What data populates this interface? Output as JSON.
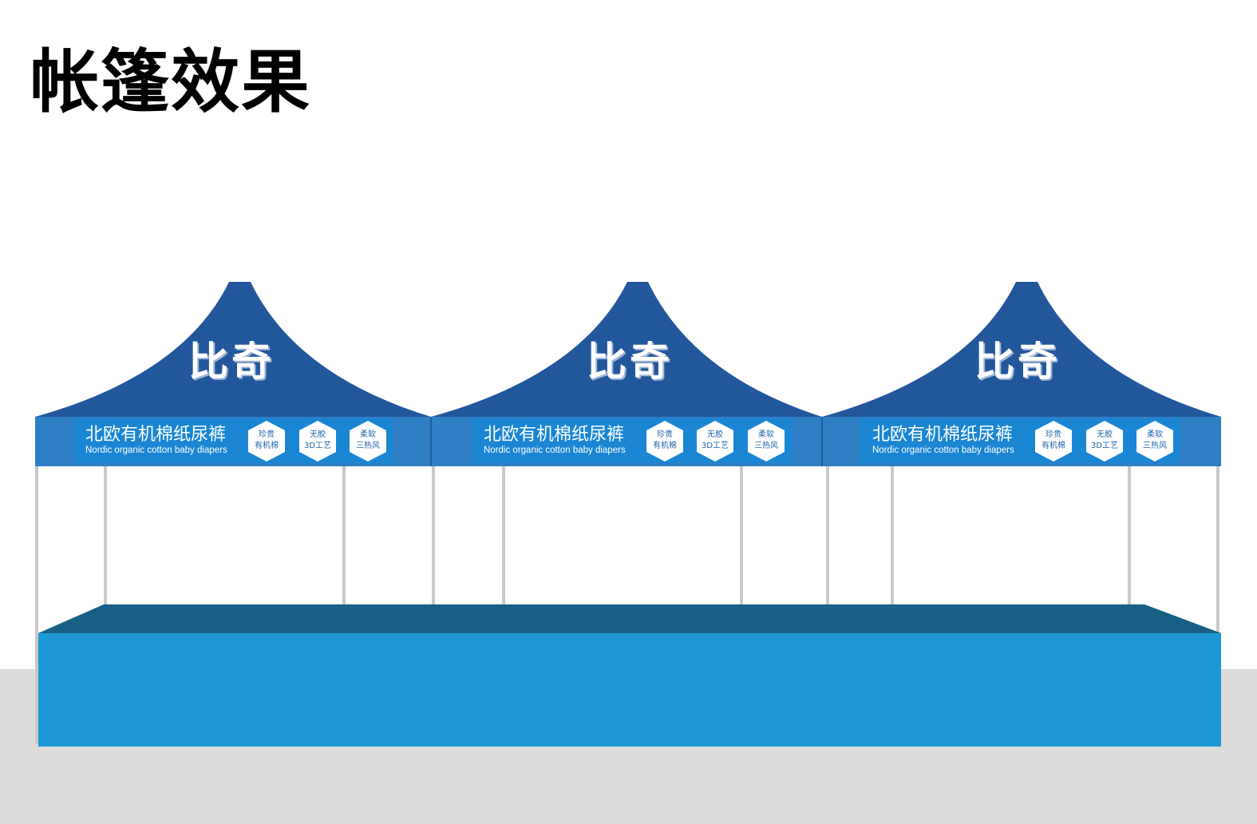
{
  "page": {
    "title": "帐篷效果"
  },
  "tent": {
    "brand_logo": "比奇",
    "slogan_cn": "北欧有机棉纸尿裤",
    "slogan_en": "Nordic organic cotton baby diapers",
    "badges": [
      {
        "line1": "珍贵",
        "line2": "有机棉"
      },
      {
        "line1": "无胶",
        "line2": "3D工艺"
      },
      {
        "line1": "柔软",
        "line2": "三热风"
      }
    ],
    "count": 3
  },
  "colors": {
    "roof": "#22579c",
    "valance": "#2e7fc6",
    "banner": "#1a86d3",
    "wall_front": "#1e98d5",
    "wall_top": "#175f85",
    "pole": "#c8c8c8",
    "floor": "#dcdcdc"
  }
}
